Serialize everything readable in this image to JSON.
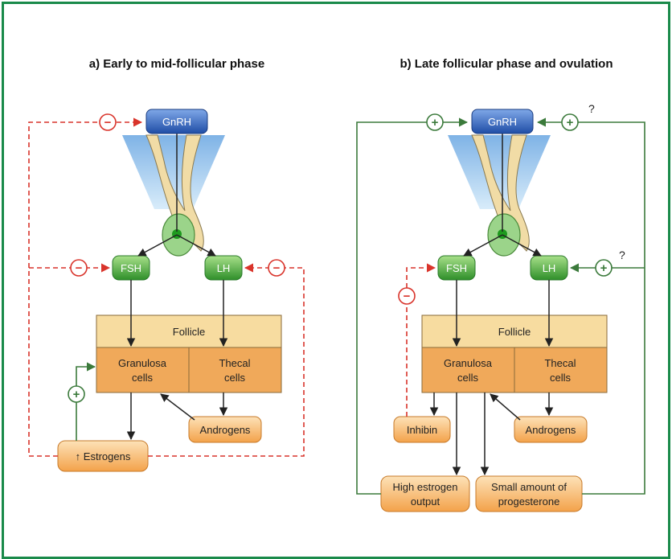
{
  "panel_a": {
    "title": "a) Early to mid-follicular phase",
    "gnrh": "GnRH",
    "fsh": "FSH",
    "lh": "LH",
    "follicle": "Follicle",
    "granulosa_line1": "Granulosa",
    "granulosa_line2": "cells",
    "thecal_line1": "Thecal",
    "thecal_line2": "cells",
    "androgens": "Androgens",
    "estrogens": "↑ Estrogens"
  },
  "panel_b": {
    "title": "b) Late follicular phase and ovulation",
    "gnrh": "GnRH",
    "fsh": "FSH",
    "lh": "LH",
    "follicle": "Follicle",
    "granulosa_line1": "Granulosa",
    "granulosa_line2": "cells",
    "thecal_line1": "Thecal",
    "thecal_line2": "cells",
    "androgens": "Androgens",
    "inhibin": "Inhibin",
    "high_estrogen_line1": "High estrogen",
    "high_estrogen_line2": "output",
    "progesterone_line1": "Small amount of",
    "progesterone_line2": "progesterone",
    "question_mark": "?"
  },
  "symbols": {
    "plus": "+",
    "minus": "−"
  },
  "colors": {
    "border": "#1a8a4a",
    "feedback_negative": "#d9342b",
    "feedback_positive": "#3b7a3b",
    "gnrh_box": "#2f5fb8",
    "hormone_box": "#4caf3a",
    "follicle": "#f7dca0",
    "cells": "#f0a95a",
    "output_box": "#f6bf7e"
  }
}
